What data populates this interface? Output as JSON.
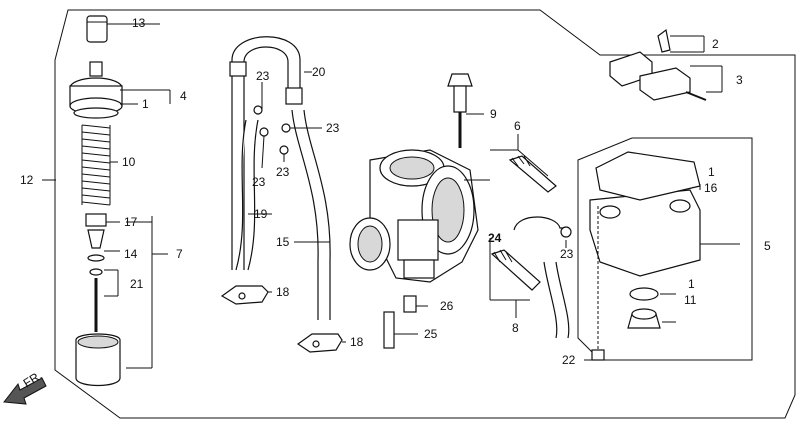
{
  "direction_label": "FR.",
  "callouts": {
    "c1a": "1",
    "c1b": "1",
    "c1c": "1",
    "c2": "2",
    "c3": "3",
    "c4": "4",
    "c5": "5",
    "c6": "6",
    "c7": "7",
    "c8": "8",
    "c9": "9",
    "c10": "10",
    "c11": "11",
    "c12": "12",
    "c13": "13",
    "c14": "14",
    "c15": "15",
    "c16": "16",
    "c17": "17",
    "c18a": "18",
    "c18b": "18",
    "c19": "19",
    "c20": "20",
    "c21": "21",
    "c22": "22",
    "c23a": "23",
    "c23b": "23",
    "c23c": "23",
    "c23d": "23",
    "c23e": "23",
    "c24": "24",
    "c25": "25",
    "c26": "26"
  }
}
